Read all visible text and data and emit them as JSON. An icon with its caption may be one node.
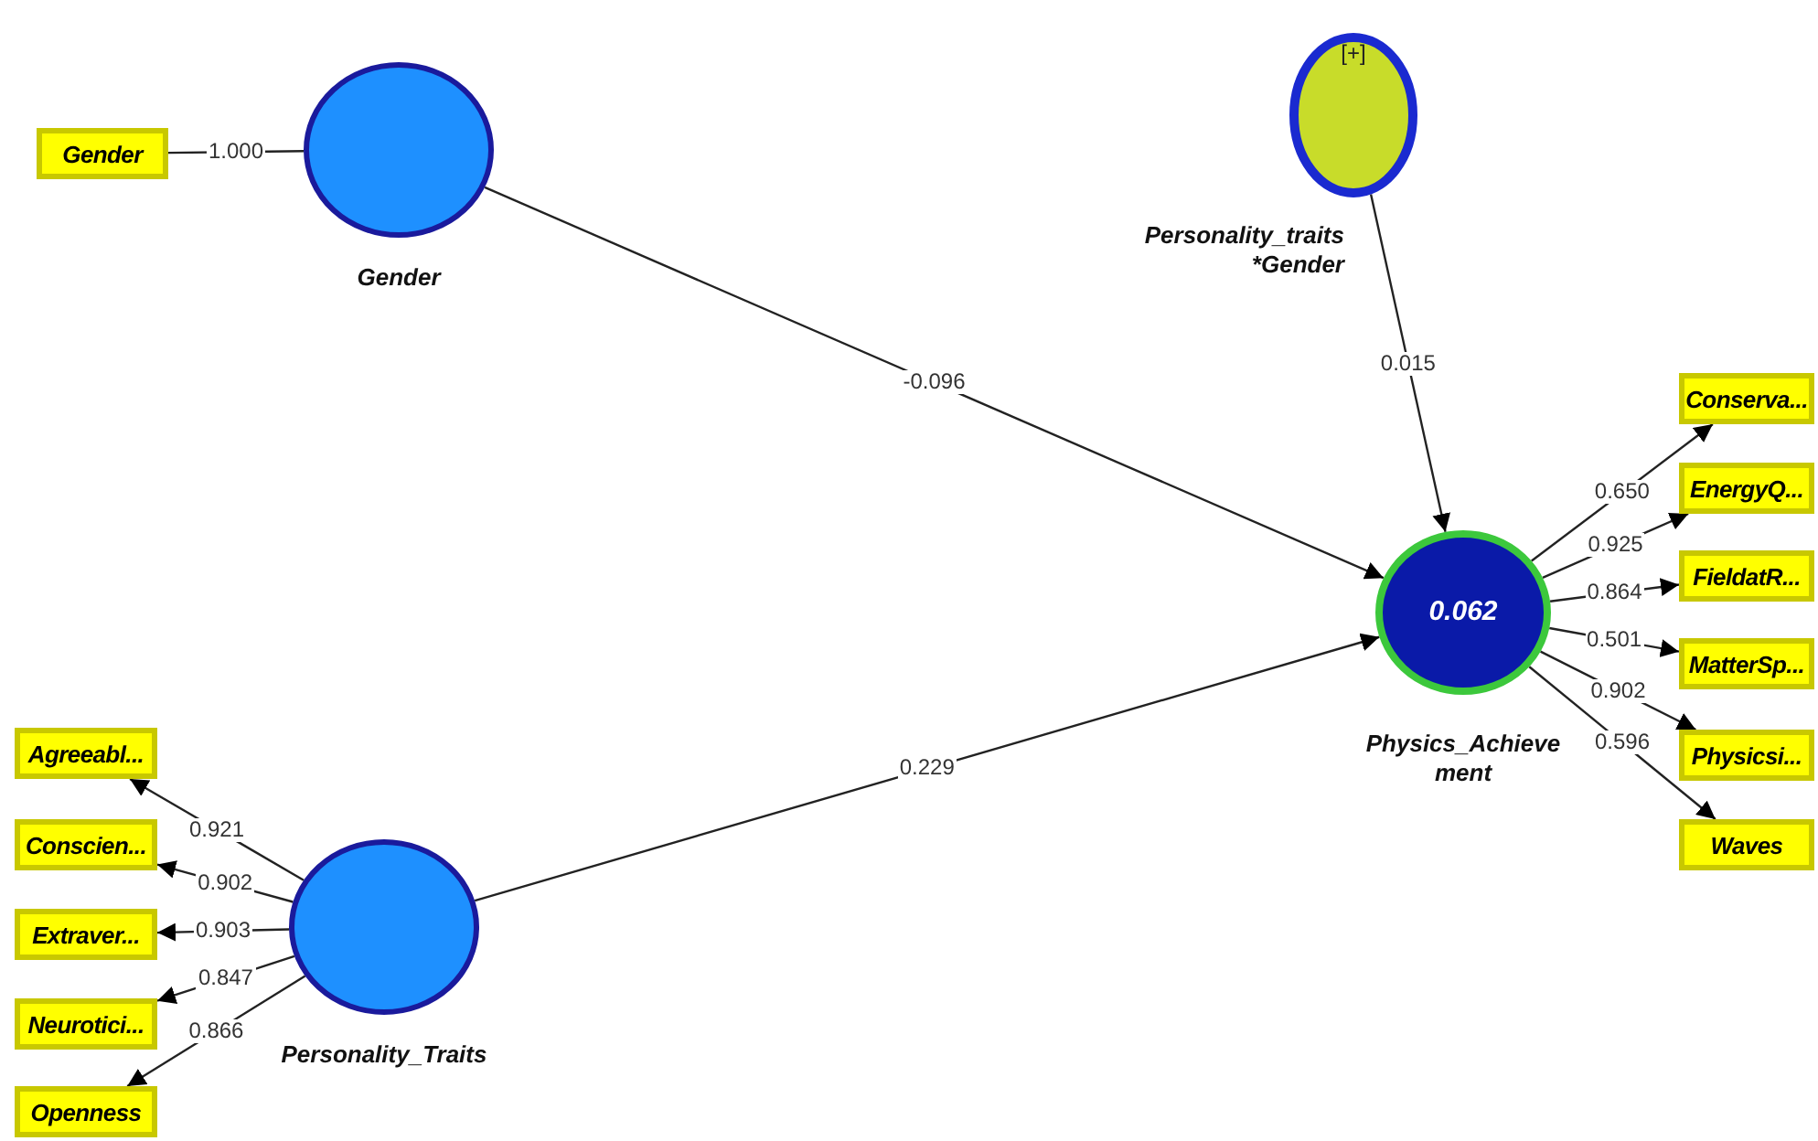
{
  "diagram": {
    "nodes": [
      {
        "text": [
          "Gender"
        ]
      },
      {
        "text": [
          "Gender"
        ]
      },
      {
        "text": [
          "[+]",
          "Personality_traits *Gender"
        ]
      },
      {
        "text": [
          "0.062",
          "Physics_Achievement"
        ]
      },
      {
        "text": [
          "Personality_Traits"
        ]
      },
      {
        "text": [
          "Conserva..."
        ]
      },
      {
        "text": [
          "EnergyQ..."
        ]
      },
      {
        "text": [
          "FieldatR..."
        ]
      },
      {
        "text": [
          "MatterSp..."
        ]
      },
      {
        "text": [
          "Physicsi..."
        ]
      },
      {
        "text": [
          "Waves"
        ]
      },
      {
        "text": [
          "Agreeabl..."
        ]
      },
      {
        "text": [
          "Conscien..."
        ]
      },
      {
        "text": [
          "Extraver..."
        ]
      },
      {
        "text": [
          "Neurotici..."
        ]
      },
      {
        "text": [
          "Openness"
        ]
      }
    ],
    "edges": [
      {
        "from": 0,
        "to": 1,
        "arrow": "none",
        "label": "1.000"
      },
      {
        "from": 1,
        "to": 3,
        "arrow": "to",
        "label": "-0.096"
      },
      {
        "from": 2,
        "to": 3,
        "arrow": "to",
        "label": "0.015"
      },
      {
        "from": 4,
        "to": 3,
        "arrow": "to",
        "label": "0.229"
      },
      {
        "from": 3,
        "to": 5,
        "arrow": "to",
        "label": "0.650"
      },
      {
        "from": 3,
        "to": 6,
        "arrow": "to",
        "label": "0.925"
      },
      {
        "from": 3,
        "to": 7,
        "arrow": "to",
        "label": "0.864"
      },
      {
        "from": 3,
        "to": 8,
        "arrow": "to",
        "label": "0.501"
      },
      {
        "from": 3,
        "to": 9,
        "arrow": "to",
        "label": "0.902"
      },
      {
        "from": 3,
        "to": 10,
        "arrow": "to",
        "label": "0.596"
      },
      {
        "from": 4,
        "to": 11,
        "arrow": "to",
        "label": "0.921"
      },
      {
        "from": 4,
        "to": 12,
        "arrow": "to",
        "label": "0.902"
      },
      {
        "from": 4,
        "to": 13,
        "arrow": "to",
        "label": "0.903"
      },
      {
        "from": 4,
        "to": 14,
        "arrow": "to",
        "label": "0.847"
      },
      {
        "from": 4,
        "to": 15,
        "arrow": "to",
        "label": "0.866"
      }
    ]
  }
}
